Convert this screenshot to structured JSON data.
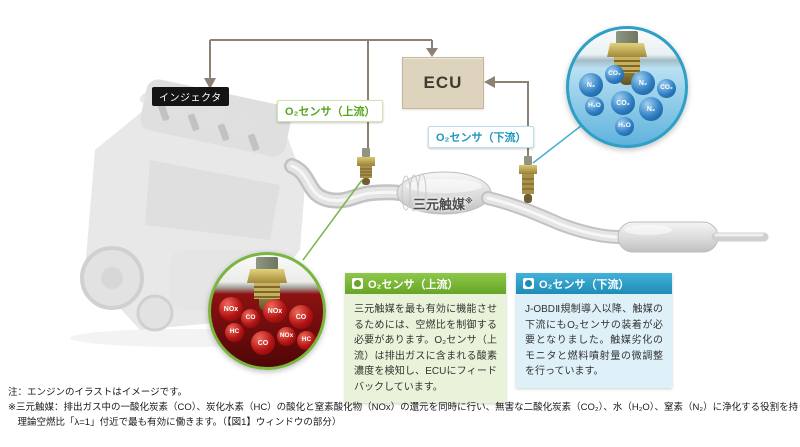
{
  "colors": {
    "accent_green": "#67a526",
    "accent_blue": "#1e8cb6",
    "arrow_line": "#8c8172",
    "ecu_fill": "#ded3bd",
    "inset_red_bg": "#6d0606",
    "inset_blue_bg": "#5fb3dd"
  },
  "diagram": {
    "ecu": "ECU",
    "injector": "インジェクタ",
    "upstream_label": "O₂センサ（上流）",
    "downstream_label": "O₂センサ（下流）",
    "catalyst": "三元触媒",
    "catalyst_mark": "※"
  },
  "insets": {
    "upstream": {
      "molecules": [
        "NOx",
        "CO",
        "NOx",
        "CO",
        "HC",
        "CO",
        "NOx",
        "HC"
      ]
    },
    "downstream": {
      "molecules": [
        "N₂",
        "CO₂",
        "N₂",
        "CO₂",
        "H₂O",
        "CO₂",
        "N₂",
        "H₂O"
      ]
    }
  },
  "panels": {
    "upstream": {
      "title": "O₂センサ（上流）",
      "body": "三元触媒を最も有効に機能させるためには、空燃比を制御する必要があります。O₂センサ（上流）は排出ガスに含まれる酸素濃度を検知し、ECUにフィードバックしています。"
    },
    "downstream": {
      "title": "O₂センサ（下流）",
      "body": "J-OBDⅡ規制導入以降、触媒の下流にもO₂センサの装着が必要となりました。触媒劣化のモニタと燃料噴射量の微調整を行っています。"
    }
  },
  "footnotes": {
    "line1": "注：エンジンのイラストはイメージです。",
    "line2": "※三元触媒：排出ガス中の一酸化炭素（CO）、炭化水素（HC）の酸化と窒素酸化物（NOx）の還元を同時に行い、無害な二酸化炭素（CO₂）、水（H₂O）、窒素（N₂）に浄化する役割を持っています。",
    "line3": "　理論空燃比「λ=1」付近で最も有効に働きます。（【図1】ウィンドウの部分）"
  }
}
